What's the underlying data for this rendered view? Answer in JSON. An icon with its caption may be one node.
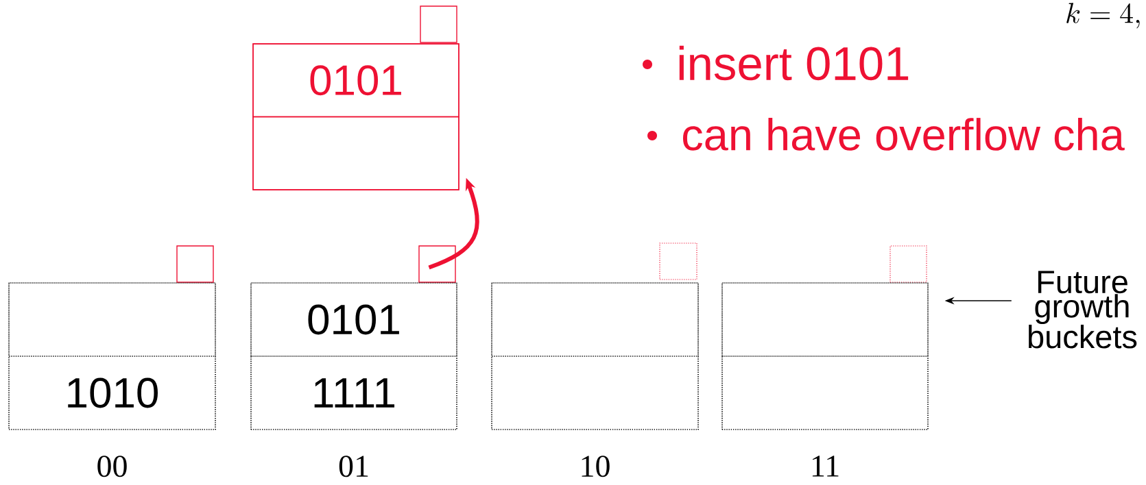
{
  "diagram": {
    "nodes": [
      {
        "text": [],
        "shape": "box"
      },
      {
        "text": [],
        "shape": "box"
      },
      {
        "text": [
          "0101"
        ],
        "in": 1
      },
      {
        "text": [],
        "shape": "box",
        "in": 1
      },
      {
        "text": [],
        "shape": "box"
      },
      {
        "text": [],
        "shape": "box",
        "beside": [
          "00"
        ]
      },
      {
        "text": [],
        "shape": "box",
        "in": 5
      },
      {
        "text": [
          "1010"
        ],
        "in": 5
      },
      {
        "text": [],
        "shape": "box"
      },
      {
        "text": [],
        "shape": "box",
        "beside": [
          "01"
        ]
      },
      {
        "text": [
          "0101"
        ],
        "in": 9
      },
      {
        "text": [
          "1111"
        ],
        "in": 9
      },
      {
        "text": [],
        "shape": "box"
      },
      {
        "text": [],
        "shape": "box",
        "beside": [
          "10"
        ]
      },
      {
        "text": [],
        "shape": "box",
        "in": 13
      },
      {
        "text": [],
        "shape": "box",
        "in": 13
      },
      {
        "text": [],
        "shape": "box"
      },
      {
        "text": [],
        "shape": "box",
        "beside": [
          "11"
        ]
      },
      {
        "text": [],
        "shape": "box",
        "in": 17
      },
      {
        "text": [],
        "shape": "box",
        "in": 17
      },
      {
        "text": [
          "Future growth buckets"
        ]
      }
    ],
    "edges": [
      {
        "from": 8,
        "to": 1,
        "arrow": "to",
        "style": "thick",
        "color": "#ee1133"
      },
      {
        "from": 20,
        "to": 17,
        "arrow": "to",
        "color": "#000000"
      }
    ],
    "labels": [
      "k = 4,",
      "insert 0101",
      "can have overflow cha"
    ]
  }
}
